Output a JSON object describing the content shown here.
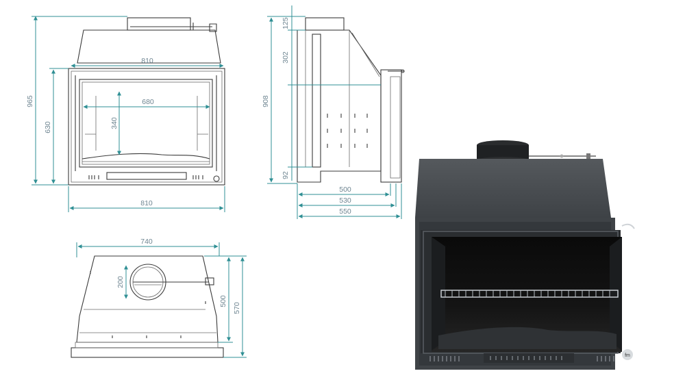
{
  "front_view": {
    "top_width": "810",
    "inner_width": "680",
    "inner_height": "340",
    "total_height": "965",
    "body_height": "630",
    "bottom_width": "810"
  },
  "side_view": {
    "flue_height": "125",
    "hood_height": "302",
    "total_height": "908",
    "base_height": "92",
    "depth_inner": "500",
    "depth_mid": "530",
    "depth_total": "550"
  },
  "top_view": {
    "width": "740",
    "flue_diameter": "200",
    "depth_inner": "500",
    "depth_total": "570"
  },
  "colors": {
    "dimension_line": "#2f8f94",
    "dimension_text": "#6e8591",
    "outline": "#3a3a3a",
    "stove_body": "#4a4e52"
  },
  "photo": {
    "badge_text": "fm"
  }
}
